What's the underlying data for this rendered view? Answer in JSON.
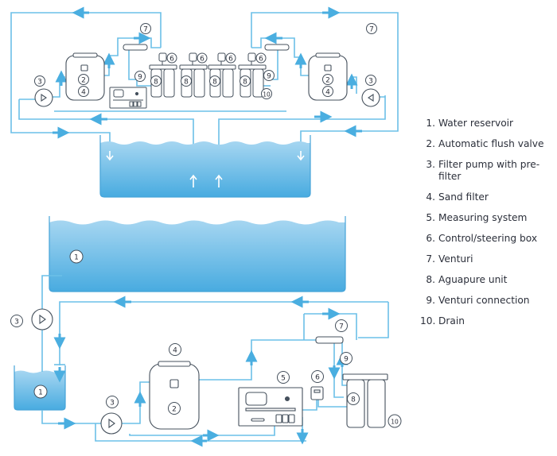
{
  "colors": {
    "pipe": "#55b5e3",
    "pipe_light": "#8fd0ee",
    "arrow": "#4aaee0",
    "water_top": "#9fd2ef",
    "water_bottom": "#4aaee0",
    "outline": "#45505c",
    "text": "#2b2f3a"
  },
  "legend": {
    "items": [
      {
        "number": "1.",
        "label": "Water reservoir"
      },
      {
        "number": "2.",
        "label": "Automatic flush valve"
      },
      {
        "number": "3.",
        "label": "Filter pump with pre-filter"
      },
      {
        "number": "4.",
        "label": "Sand filter"
      },
      {
        "number": "5.",
        "label": "Measuring system"
      },
      {
        "number": "6.",
        "label": "Control/steering box"
      },
      {
        "number": "7.",
        "label": "Venturi"
      },
      {
        "number": "8.",
        "label": "Aguapure unit"
      },
      {
        "number": "9.",
        "label": "Venturi connection"
      },
      {
        "number": "10.",
        "label": "Drain"
      }
    ]
  },
  "markers": {
    "top_left_venturi": "7",
    "top_right_venturi": "7",
    "top_left_pump": "3",
    "top_right_pump": "3",
    "top_left_filter_flush": "2",
    "top_left_filter_sand": "4",
    "top_right_filter_flush": "2",
    "top_right_filter_sand": "4",
    "top_control": [
      "6",
      "6",
      "6",
      "6"
    ],
    "top_aguapure": [
      "8",
      "8",
      "8",
      "8"
    ],
    "top_left_connection": "9",
    "top_right_connection": "9",
    "top_drain": "10",
    "pool": "1",
    "small_tank": "1",
    "bottom_left_pump": "3",
    "bottom_pump": "3",
    "bottom_sand_filter": "4",
    "bottom_flush_valve": "2",
    "bottom_measuring": "5",
    "bottom_control": "6",
    "bottom_venturi": "7",
    "bottom_connection": "9",
    "bottom_aguapure": "8",
    "bottom_drain": "10"
  }
}
